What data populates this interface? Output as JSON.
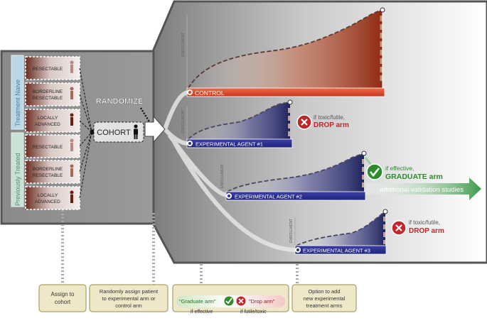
{
  "left_panel": {
    "group1": {
      "label": "Treatment Naive"
    },
    "group2": {
      "label": "Previously Treated"
    },
    "cards": [
      {
        "line1": "RESECTABLE",
        "line2": ""
      },
      {
        "line1": "BORDERLINE",
        "line2": "RESECTABLE"
      },
      {
        "line1": "LOCALLY",
        "line2": "ADVANCED"
      },
      {
        "line1": "RESECTABLE",
        "line2": ""
      },
      {
        "line1": "BORDERLINE",
        "line2": "RESECTABLE"
      },
      {
        "line1": "LOCALLY",
        "line2": "ADVANCED"
      }
    ],
    "cohort_label": "COHORT",
    "randomize_label": "RANDOMIZE"
  },
  "arms": {
    "enrollment_label": "ENROLLMENT",
    "control": {
      "label": "CONTROL"
    },
    "agent1": {
      "label": "EXPERIMENTAL AGENT #1",
      "note_line1": "if toxic/futile,",
      "note_line2": "DROP arm"
    },
    "agent2": {
      "label": "EXPERIMENTAL AGENT #2",
      "note_line1": "if effective,",
      "note_line2": "GRADUATE arm",
      "arrow_text": "additional validation studies"
    },
    "agent3": {
      "label": "EXPERIMENTAL AGENT #3",
      "note_line1": "if toxic/futile,",
      "note_line2": "DROP arm"
    }
  },
  "legend": {
    "box1": {
      "line1": "Assign to",
      "line2": "cohort"
    },
    "box2": {
      "line1": "Randomly assign patient",
      "line2": "to experimental arm or",
      "line3": "control arm"
    },
    "box3": {
      "graduate_label": "\"Graduate arm\"",
      "drop_label": "\"Drop arm\"",
      "effective_label": "if effective",
      "futile_label": "if futile/toxic"
    },
    "box4": {
      "line1": "Option to add",
      "line2": "new experimental",
      "line3": "treatment arms"
    }
  },
  "colors": {
    "control": "#d9452a",
    "agent_bar": "#2b2f8c",
    "agent_fill": "#20245e",
    "control_fill": "#8e2a12",
    "graduate_green": "#2e8b2e",
    "drop_red": "#c0272d",
    "naive_panel": "#b9d7e6",
    "treated_panel": "#c8e2d6",
    "legend_box": "#efe8c8"
  },
  "icons": [
    "person-icon",
    "check-icon",
    "x-icon",
    "arrow-right-icon",
    "bullseye-icon"
  ]
}
